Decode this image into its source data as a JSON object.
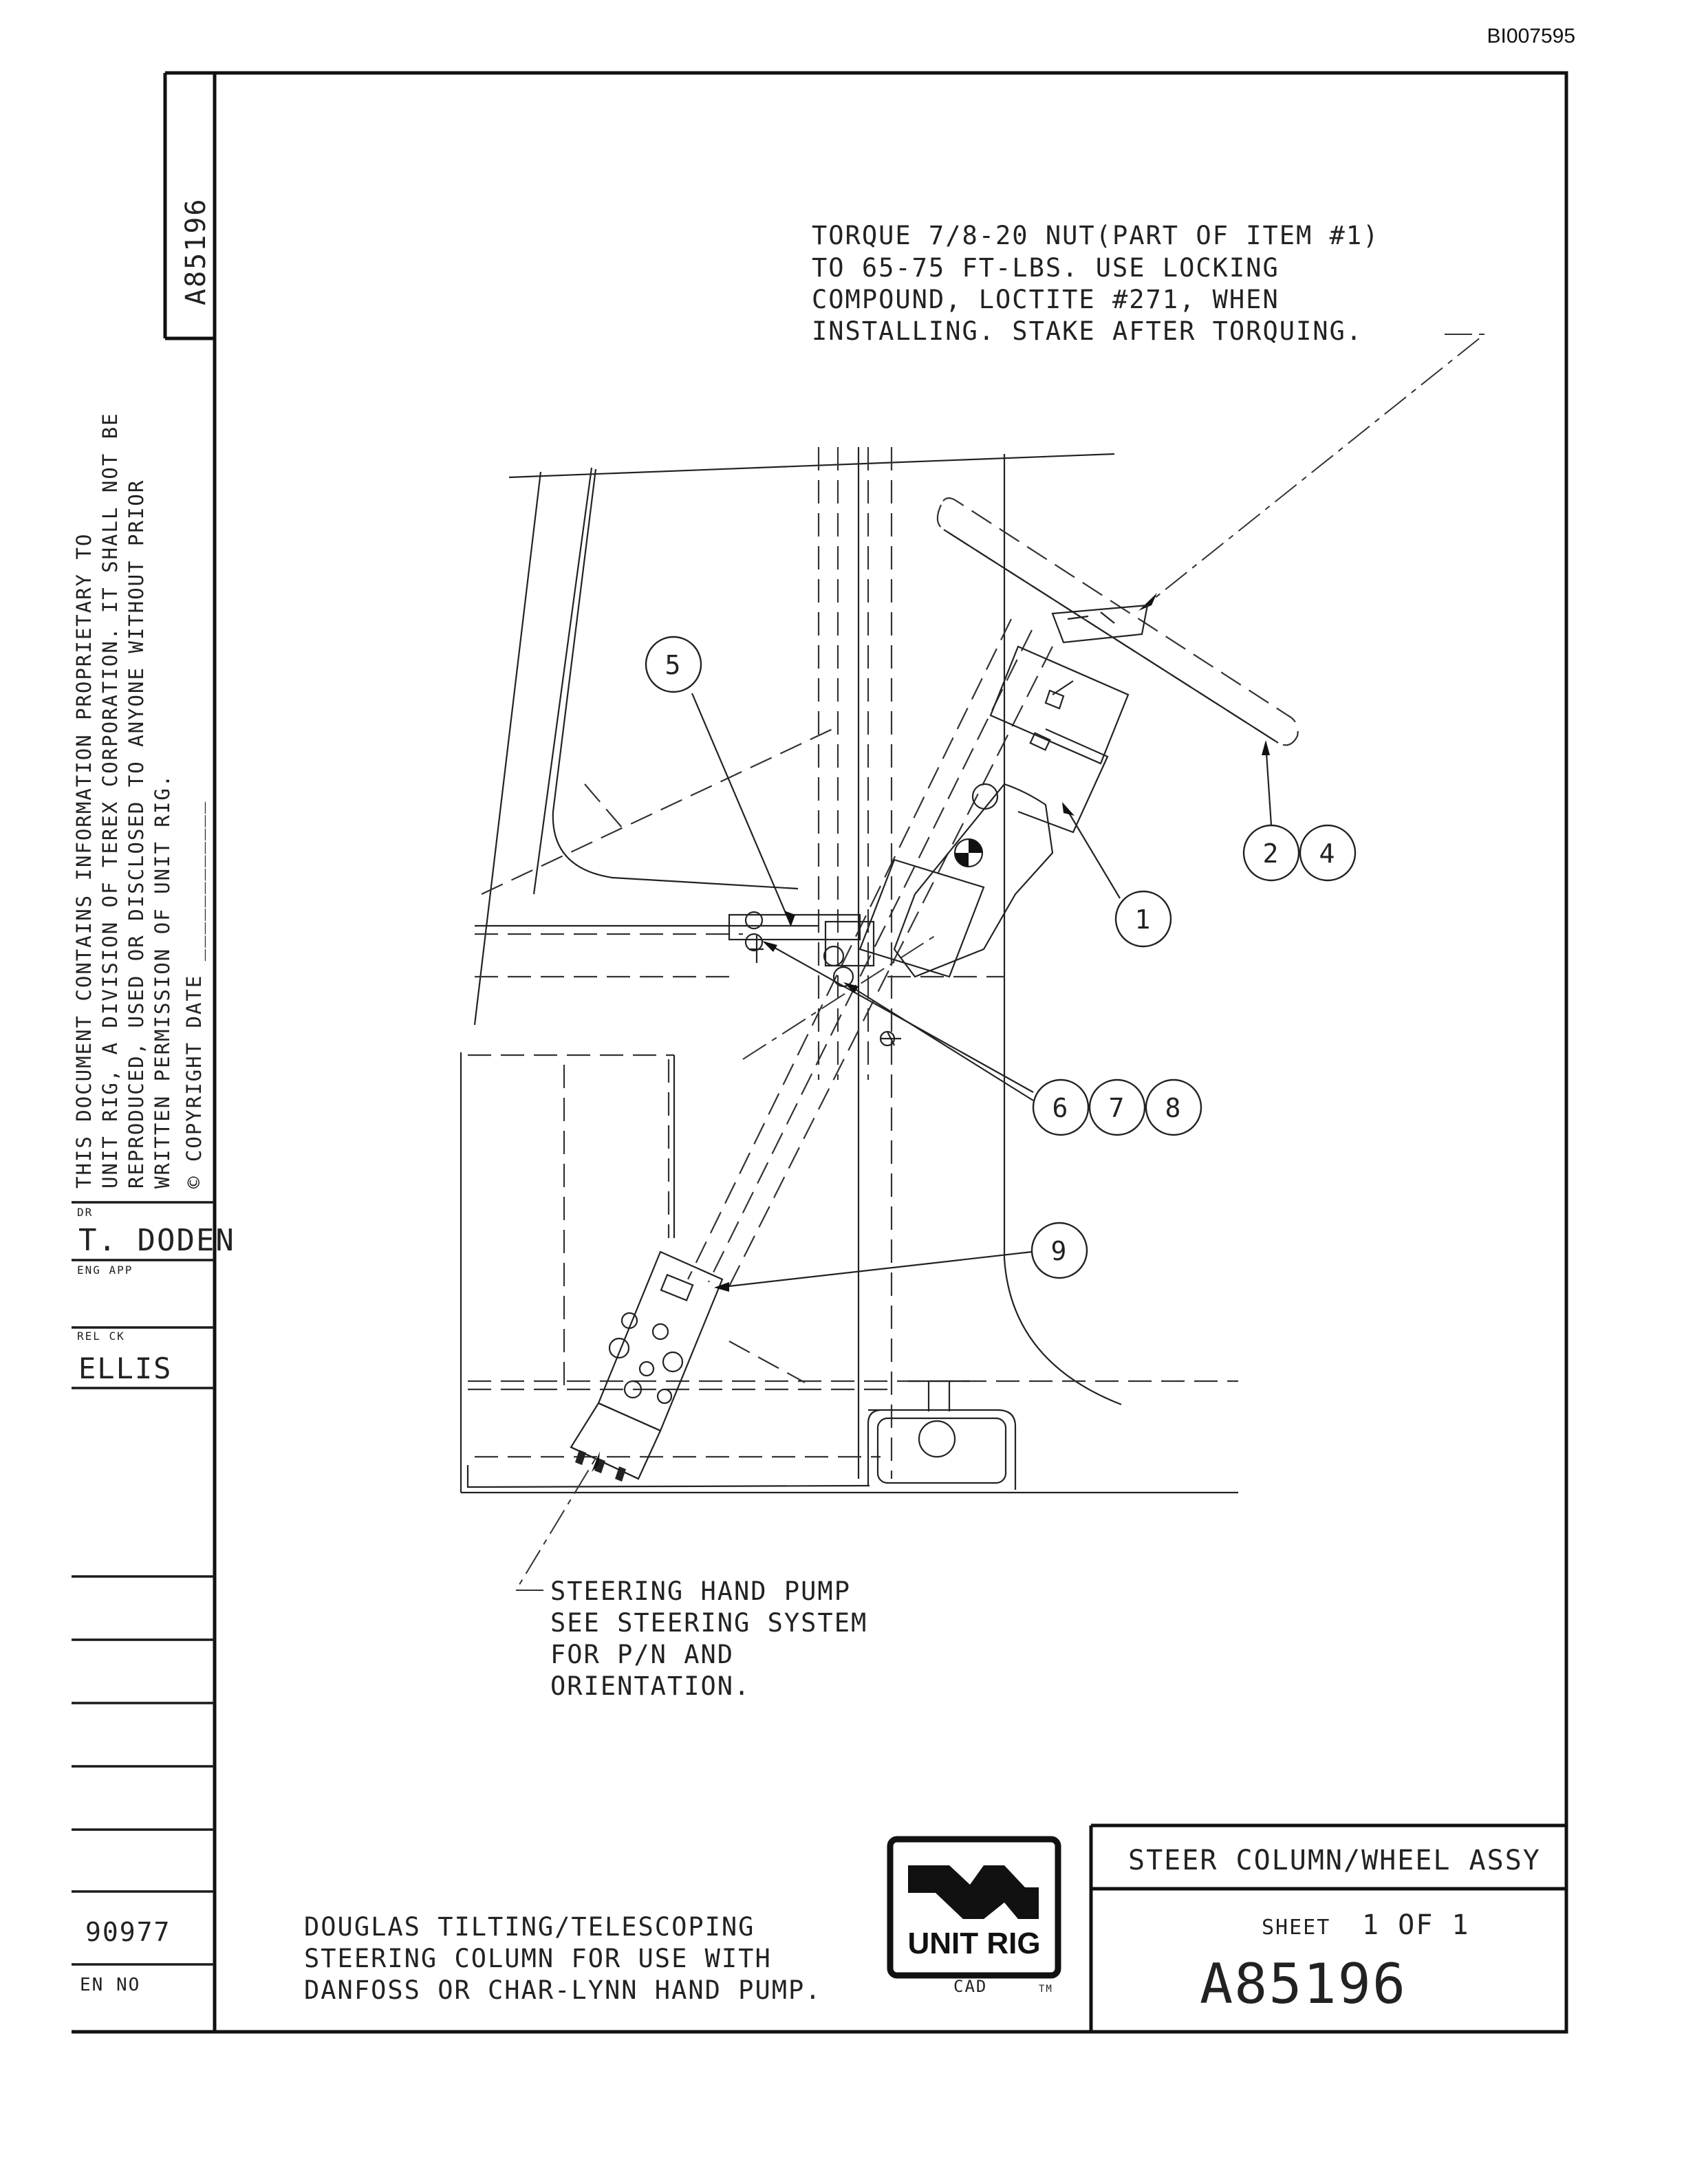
{
  "doc_id": "BI007595",
  "border": {
    "vertical_drawing_no": "A85196",
    "proprietary_notice": [
      "THIS DOCUMENT CONTAINS INFORMATION PROPRIETARY TO",
      "UNIT RIG, A DIVISION OF TEREX CORPORATION. IT SHALL NOT BE",
      "REPRODUCED, USED OR DISCLOSED TO ANYONE WITHOUT PRIOR",
      "WRITTEN PERMISSION OF UNIT RIG."
    ],
    "copyright": "© COPYRIGHT DATE ____________"
  },
  "sidebar": {
    "dr_label": "DR",
    "dr_value": "T. DODEN",
    "eng_app_label": "ENG APP",
    "rel_ck_label": "REL CK",
    "rel_ck_value": "ELLIS",
    "en_no_value": "90977",
    "en_no_label": "EN NO"
  },
  "notes": {
    "torque": [
      "TORQUE 7/8-20 NUT(PART OF ITEM #1)",
      "TO 65-75 FT-LBS.  USE LOCKING",
      "COMPOUND, LOCTITE #271, WHEN",
      "INSTALLING.  STAKE AFTER TORQUING."
    ],
    "pump": [
      "STEERING HAND PUMP",
      "SEE STEERING SYSTEM",
      "FOR P/N AND",
      "ORIENTATION."
    ],
    "description": [
      "DOUGLAS TILTING/TELESCOPING",
      "STEERING COLUMN FOR USE WITH",
      "DANFOSS OR CHAR-LYNN HAND PUMP."
    ]
  },
  "balloons": {
    "b1": "1",
    "b2": "2",
    "b4": "4",
    "b5": "5",
    "b6": "6",
    "b7": "7",
    "b8": "8",
    "b9": "9"
  },
  "logo": {
    "text": "UNIT RIG",
    "cad": "CAD",
    "tm": "TM"
  },
  "title_block": {
    "title": "STEER COLUMN/WHEEL ASSY",
    "sheet_label": "SHEET",
    "sheet_value": "1 OF 1",
    "drawing_no": "A85196"
  }
}
